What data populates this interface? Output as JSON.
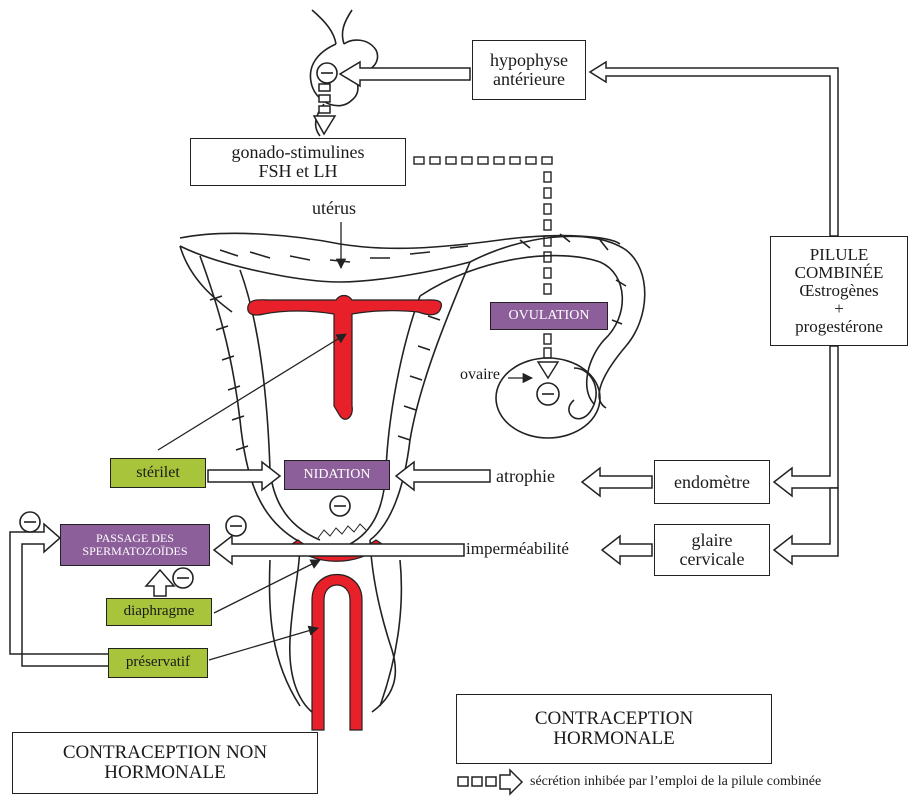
{
  "boxes": {
    "hypophyse": "hypophyse\nantérieure",
    "gonado": "gonado-stimulines\nFSH et LH",
    "pilule": "PILULE\nCOMBINÉE\nŒstrogènes\n+\nprogestérone",
    "ovulation": "OVULATION",
    "nidation": "NIDATION",
    "passage": "PASSAGE DES\nSPERMATOZOÏDES",
    "endometre": "endomètre",
    "glaire": "glaire\ncervicale",
    "sterilet": "stérilet",
    "diaphragme": "diaphragme",
    "preservatif": "préservatif",
    "contraception_hormonale": "CONTRACEPTION\nHORMONALE",
    "contraception_non_hormonale": "CONTRACEPTION NON\nHORMONALE"
  },
  "labels": {
    "uterus": "utérus",
    "ovaire": "ovaire",
    "atrophie": "atrophie",
    "impermeabilite": "imperméabilité",
    "minus": "−"
  },
  "legend": {
    "text": "sécrétion inhibée par l’emploi de la pilule combinée"
  },
  "colors": {
    "red": "#e8202a",
    "green": "#a8c43a",
    "purple": "#8c5f9b",
    "line": "#222222"
  }
}
